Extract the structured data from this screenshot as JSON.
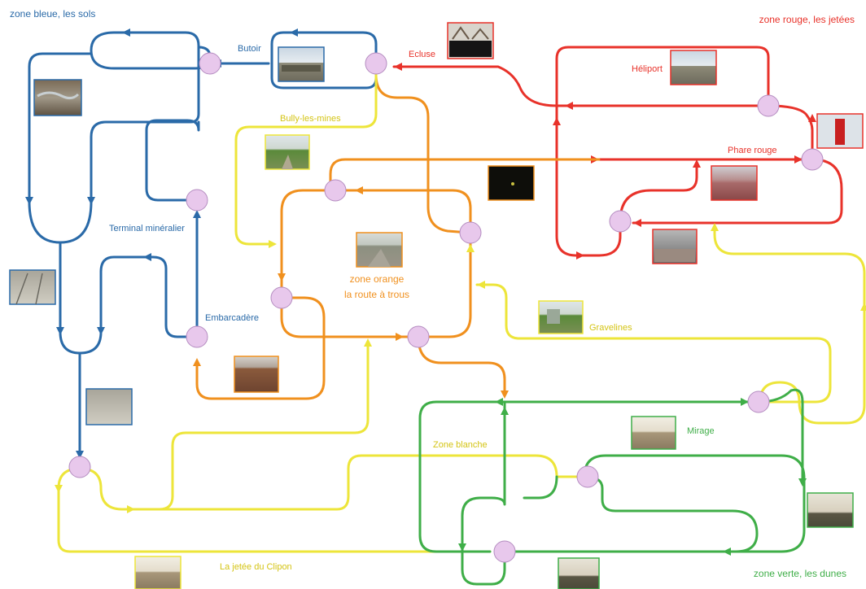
{
  "colors": {
    "blue": "#2a6aa8",
    "red": "#e8322a",
    "orange": "#f0901e",
    "yellow": "#ede53a",
    "green": "#3fae48",
    "node_fill": "#e8c8ec",
    "node_stroke": "#b48cc0"
  },
  "zones": {
    "blue": "zone bleue, les sols",
    "red": "zone rouge, les jetées",
    "orange_line1": "zone orange",
    "orange_line2": "la route à trous",
    "green": "zone verte, les dunes"
  },
  "places": {
    "butoir": "Butoir",
    "ecluse": "Ecluse",
    "heliport": "Héliport",
    "bully": "Bully-les-mines",
    "phare_rouge": "Phare rouge",
    "terminal": "Terminal minéralier",
    "embarcadere": "Embarcadère",
    "gravelines": "Gravelines",
    "mirage": "Mirage",
    "zone_blanche": "Zone blanche",
    "jetee_clipon": "La jetée du Clipon"
  }
}
